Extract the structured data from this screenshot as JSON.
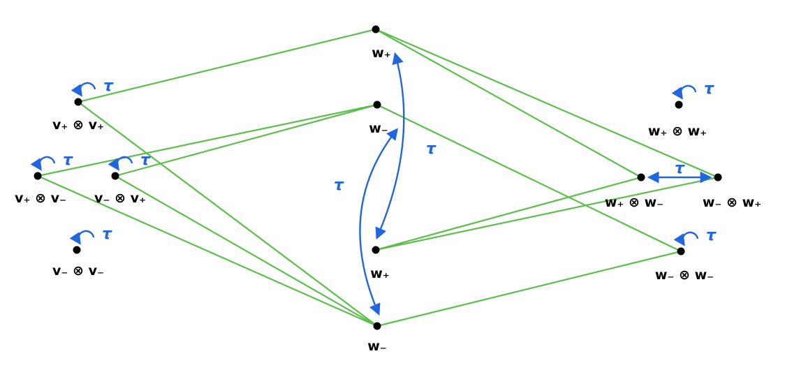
{
  "colors": {
    "edge": "#5bbf4a",
    "tau": "#2166e0",
    "node": "#000000",
    "background": "#ffffff"
  },
  "tau_symbol": "τ",
  "nodes": {
    "vpvp": "v₊ ⊗ v₊",
    "vpvm": "v₊ ⊗ v₋",
    "vmvp": "v₋ ⊗ v₊",
    "vmvm": "v₋ ⊗ v₋",
    "w1": "w₊",
    "w2": "w₋",
    "w3": "w₊",
    "w4": "w₋",
    "wpwp": "w₊ ⊗ w₊",
    "wpwm": "w₊ ⊗ w₋",
    "wmwp": "w₋ ⊗ w₊",
    "wmwm": "w₋ ⊗ w₋"
  },
  "edges": [
    [
      "vpvp",
      "w1"
    ],
    [
      "vpvp",
      "w4"
    ],
    [
      "vpvm",
      "w2"
    ],
    [
      "vpvm",
      "w4"
    ],
    [
      "vmvp",
      "w2"
    ],
    [
      "vmvp",
      "w4"
    ],
    [
      "w1",
      "wpwm"
    ],
    [
      "w1",
      "wmwp"
    ],
    [
      "w2",
      "wmwm"
    ],
    [
      "w3",
      "wpwm"
    ],
    [
      "w3",
      "wmwp"
    ],
    [
      "w4",
      "wmwm"
    ]
  ],
  "self_loops": [
    "vpvp",
    "vpvm",
    "vmvp",
    "vmvm",
    "wpwp",
    "wmwm"
  ],
  "tau_arcs": [
    [
      "w1",
      "w3"
    ],
    [
      "w2",
      "w4"
    ]
  ],
  "tau_between": [
    [
      "wpwm",
      "wmwp"
    ]
  ]
}
